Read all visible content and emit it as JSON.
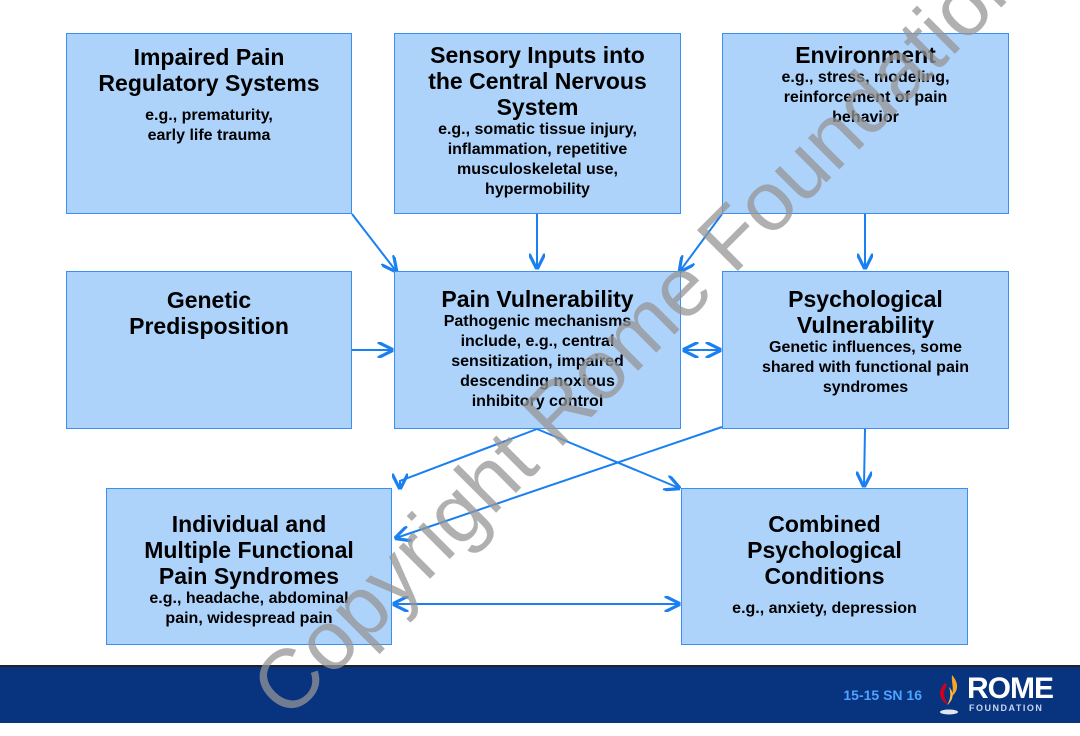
{
  "diagram": {
    "boxes": {
      "impaired_pain": {
        "title": "Impaired Pain Regulatory Systems",
        "title_lines": [
          "Impaired Pain",
          "Regulatory Systems"
        ],
        "sub_lines": [
          "e.g., prematurity,",
          "early life trauma"
        ]
      },
      "sensory_inputs": {
        "title_lines": [
          "Sensory Inputs into",
          "the Central Nervous",
          "System"
        ],
        "sub_lines": [
          "e.g., somatic tissue injury,",
          "inflammation, repetitive",
          "musculoskeletal use,",
          "hypermobility"
        ]
      },
      "environment": {
        "title_lines": [
          "Environment"
        ],
        "sub_lines": [
          "e.g., stress, modeling,",
          "reinforcement of pain",
          "behavior"
        ]
      },
      "genetic": {
        "title_lines": [
          "Genetic",
          "Predisposition"
        ],
        "sub_lines": []
      },
      "pain_vulnerability": {
        "title_lines": [
          "Pain Vulnerability"
        ],
        "sub_lines": [
          "Pathogenic mechanisms",
          "include, e.g., central",
          "sensitization, impaired",
          "descending noxious",
          "inhibitory control"
        ]
      },
      "psych_vulnerability": {
        "title_lines": [
          "Psychological",
          "Vulnerability"
        ],
        "sub_lines": [
          "Genetic influences, some",
          "shared with functional pain",
          "syndromes"
        ]
      },
      "functional_pain": {
        "title_lines": [
          "Individual and",
          "Multiple Functional",
          "Pain Syndromes"
        ],
        "sub_lines": [
          "e.g., headache, abdominal",
          "pain, widespread pain"
        ]
      },
      "combined_psych": {
        "title_lines": [
          "Combined",
          "Psychological",
          "Conditions"
        ],
        "sub_lines": [
          "e.g., anxiety, depression"
        ]
      }
    },
    "connections": [
      {
        "from": "impaired_pain",
        "to": "pain_vulnerability",
        "type": "arrow"
      },
      {
        "from": "sensory_inputs",
        "to": "pain_vulnerability",
        "type": "arrow"
      },
      {
        "from": "environment",
        "to": "pain_vulnerability",
        "type": "arrow"
      },
      {
        "from": "environment",
        "to": "psych_vulnerability",
        "type": "arrow"
      },
      {
        "from": "genetic",
        "to": "pain_vulnerability",
        "type": "arrow"
      },
      {
        "from": "pain_vulnerability",
        "to": "psych_vulnerability",
        "type": "double-arrow"
      },
      {
        "from": "pain_vulnerability",
        "to": "functional_pain",
        "type": "arrow"
      },
      {
        "from": "pain_vulnerability",
        "to": "combined_psych",
        "type": "arrow"
      },
      {
        "from": "psych_vulnerability",
        "to": "functional_pain",
        "type": "arrow"
      },
      {
        "from": "psych_vulnerability",
        "to": "combined_psych",
        "type": "arrow"
      },
      {
        "from": "functional_pain",
        "to": "combined_psych",
        "type": "double-arrow"
      }
    ],
    "colors": {
      "box_fill": "#aed3fb",
      "box_border": "#3a8ff0",
      "arrow": "#1a7ff0",
      "footer": "#07337f"
    }
  },
  "footer": {
    "slide_number": "15-15  SN 16",
    "logo_word": "ROME",
    "logo_sub": "FOUNDATION"
  },
  "watermark": "Copyright Rome Foundation"
}
